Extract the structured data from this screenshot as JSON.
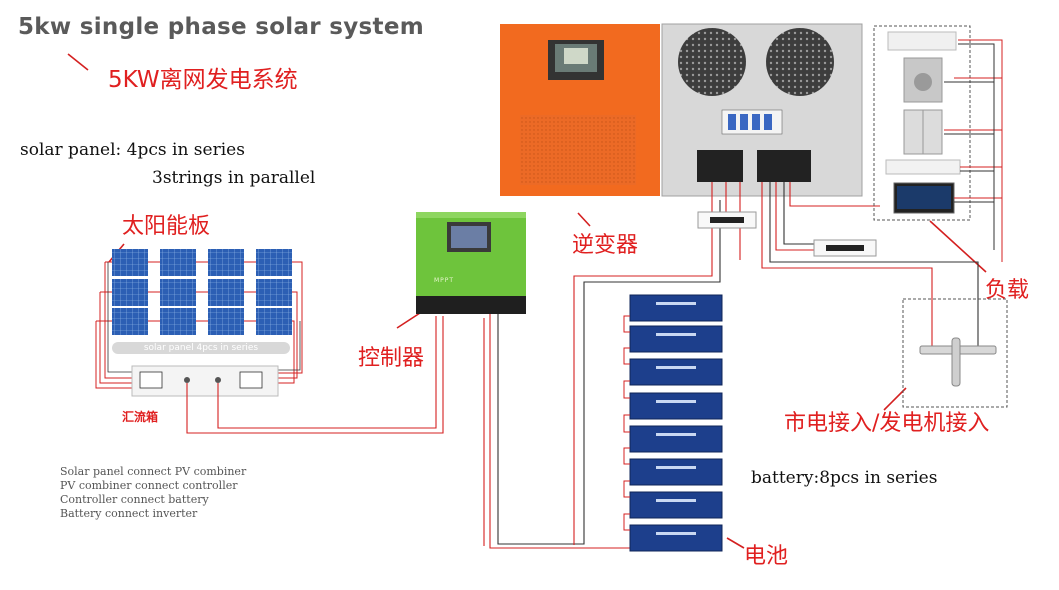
{
  "title": "5kw single phase solar system",
  "subtitle": "5KW离网发电系统",
  "config": {
    "panel_line1": "solar panel: 4pcs in series",
    "panel_line2": "3strings in parallel",
    "battery_line": "battery:8pcs in series"
  },
  "labels": {
    "solar_panel": "太阳能板",
    "inverter": "逆变器",
    "controller": "控制器",
    "load": "负载",
    "grid_generator": "市电接入/发电机接入",
    "battery": "电池",
    "combiner": "汇流箱",
    "panel_caption": "solar panel 4pcs in series",
    "mppt": "MPPT"
  },
  "notes": [
    "Solar panel connect PV combiner",
    "PV combiner connect controller",
    "Controller connect battery",
    "Battery connect inverter"
  ],
  "components": {
    "solar_panel_rows": 3,
    "solar_panels_per_row": 4,
    "battery_count": 8,
    "load_appliances": [
      "air-conditioner-icon",
      "washing-machine-icon",
      "refrigerator-icon",
      "split-ac-icon",
      "television-icon"
    ]
  },
  "colors": {
    "wire": "#d42020",
    "inverter_orange": "#f26a1f",
    "controller_green": "#66c23a",
    "battery_blue": "#1d3f8c",
    "panel_blue": "#2a5fb0"
  }
}
